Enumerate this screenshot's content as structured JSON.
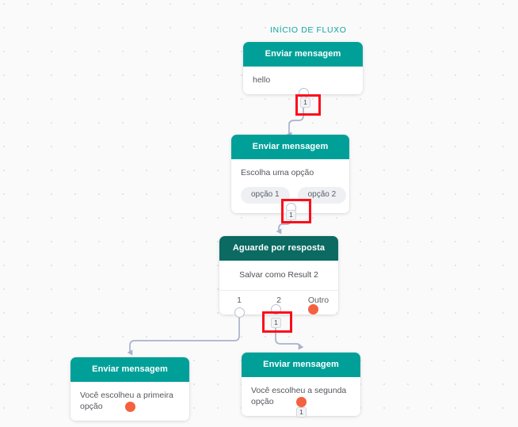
{
  "canvas": {
    "background_color": "#fafafa",
    "grid_dot_color": "#e2e2e2",
    "accent_teal": "#00a099",
    "accent_dark_teal": "#0b6a61",
    "accent_orange": "#f4613f",
    "highlight_red": "#fc0d1b",
    "edge_color": "#aab2cc"
  },
  "flow_start_label": "INÍCIO DE FLUXO",
  "nodes": [
    {
      "id": "node-send-hello",
      "header": "Enviar mensagem",
      "body": "hello",
      "badge": "1"
    },
    {
      "id": "node-send-choose",
      "header": "Enviar mensagem",
      "body": "Escolha uma opção",
      "chips": [
        "opção 1",
        "opção 2"
      ],
      "badge": "1"
    },
    {
      "id": "node-wait-response",
      "header": "Aguarde por resposta",
      "body": "Salvar como Result 2",
      "branches": [
        "1",
        "2",
        "Outro"
      ],
      "badge": "1"
    },
    {
      "id": "node-send-first",
      "header": "Enviar mensagem",
      "body": "Você escolheu a primeira opção"
    },
    {
      "id": "node-send-second",
      "header": "Enviar mensagem",
      "body": "Você escolheu a segunda opção",
      "badge": "1"
    }
  ]
}
